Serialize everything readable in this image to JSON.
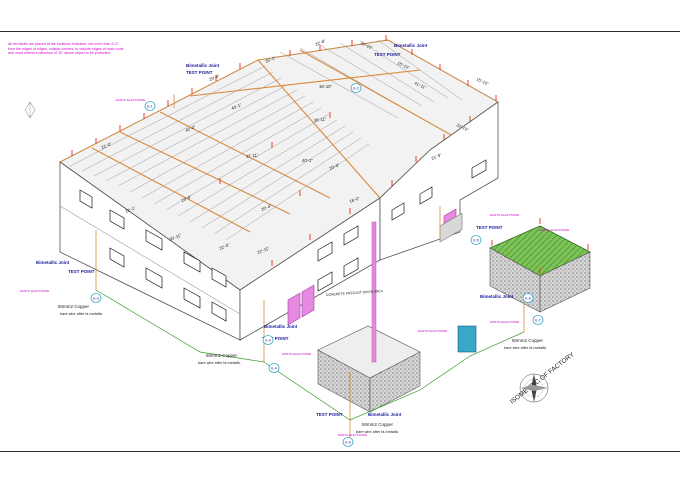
{
  "note": "Air terminals are placed at the locations indicated, not more than 2'-0\" from the edges of ridges, outside corners, to outside edges of main roofs and must extend a minimum of 10\" above object to be protected.",
  "labels": {
    "bimetallic": "Bimetallic Joint",
    "test_point": "TEST POINT",
    "copper": "50mm2 Copper",
    "copper_sub_a": "bare wire after bi-metallic",
    "copper_sub_b": "bare wire after bi-metallic",
    "earth_electrode": "EARTH ELECTRODE",
    "drive": "CONCRETE PRECAST DRIVE AREA",
    "title": "ISOMETRIC OF FACTORY"
  },
  "markers": [
    "E-1",
    "E-2",
    "E-3",
    "E-4",
    "E-5",
    "E-6",
    "E-7",
    "E-8",
    "E-9"
  ],
  "dimensions": [
    "22'-8\"",
    "25'-1\"",
    "20'-8\"",
    "16'-10\"",
    "15'-10\"",
    "41'-11\"",
    "15'-10\"",
    "21'-0\"",
    "42'-0\"",
    "43'-1\"",
    "30'-11\"",
    "32'-11\"",
    "40'-1\"",
    "18'-0\"",
    "33'-10\"",
    "20'-0\"",
    "21'-9\"",
    "22'-1\"",
    "20'-4\"",
    "30'-11\"",
    "22'-11\"",
    "23'-9\"",
    "22'-0\"",
    "30'-10\""
  ],
  "colors": {
    "roof_line": "#9a9a9a",
    "panel_edge": "#d98a3c",
    "terminal": "#e0402a",
    "magenta": "#d400d4",
    "blue": "#1a1aa0",
    "green": "#3a9a2a",
    "drive_green": "#7ec25a",
    "gravel": "#8a8a8a",
    "door": "#e58ae0",
    "wall_line": "#555555",
    "cyan": "#38a8c8"
  }
}
